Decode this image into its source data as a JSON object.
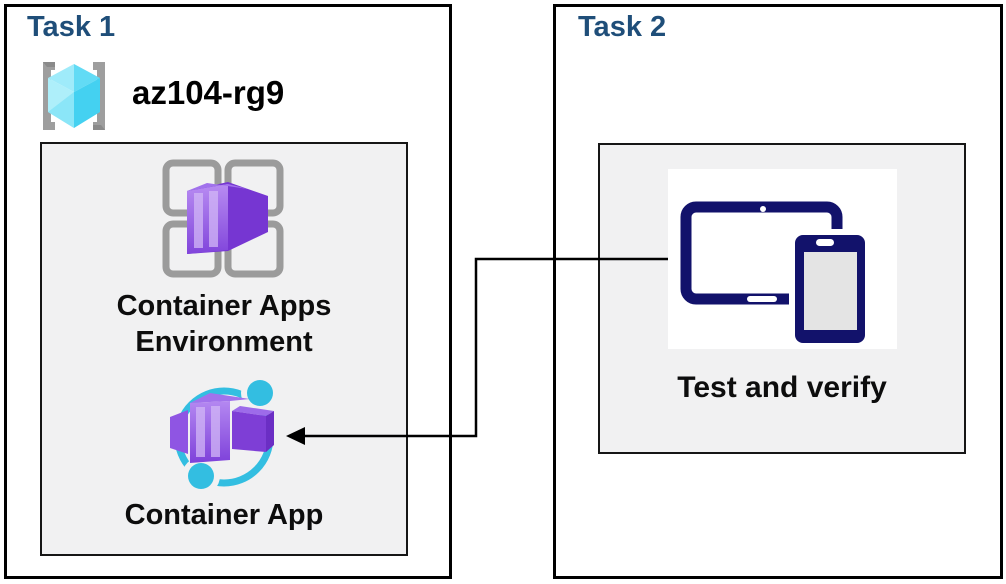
{
  "task1": {
    "title": "Task 1",
    "resource_group": {
      "name": "az104-rg9",
      "icon": "resource-group-icon"
    },
    "environment": {
      "label_line1": "Container Apps",
      "label_line2": "Environment",
      "icon": "container-apps-environment-icon"
    },
    "container_app": {
      "label": "Container App",
      "icon": "container-app-icon"
    }
  },
  "task2": {
    "title": "Task 2",
    "test_and_verify": {
      "label": "Test and verify",
      "icon": "devices-icon"
    }
  },
  "connector": {
    "from": "test-and-verify-icon",
    "to": "container-app-icon",
    "shape": "elbow-arrow-left"
  },
  "colors": {
    "task_title_blue": "#1F4E79",
    "outer_border": "#000000",
    "inner_fill": "#F1F1F2",
    "container_purple_light": "#B78BF1",
    "container_purple_dark": "#7636D2",
    "env_grid_gray": "#9B9B9B",
    "app_cyan": "#33BEE1",
    "rg_cube_cyan": "#55D7F2",
    "bracket_gray": "#9E9E9E",
    "device_navy": "#12126B",
    "connector_black": "#000000"
  }
}
